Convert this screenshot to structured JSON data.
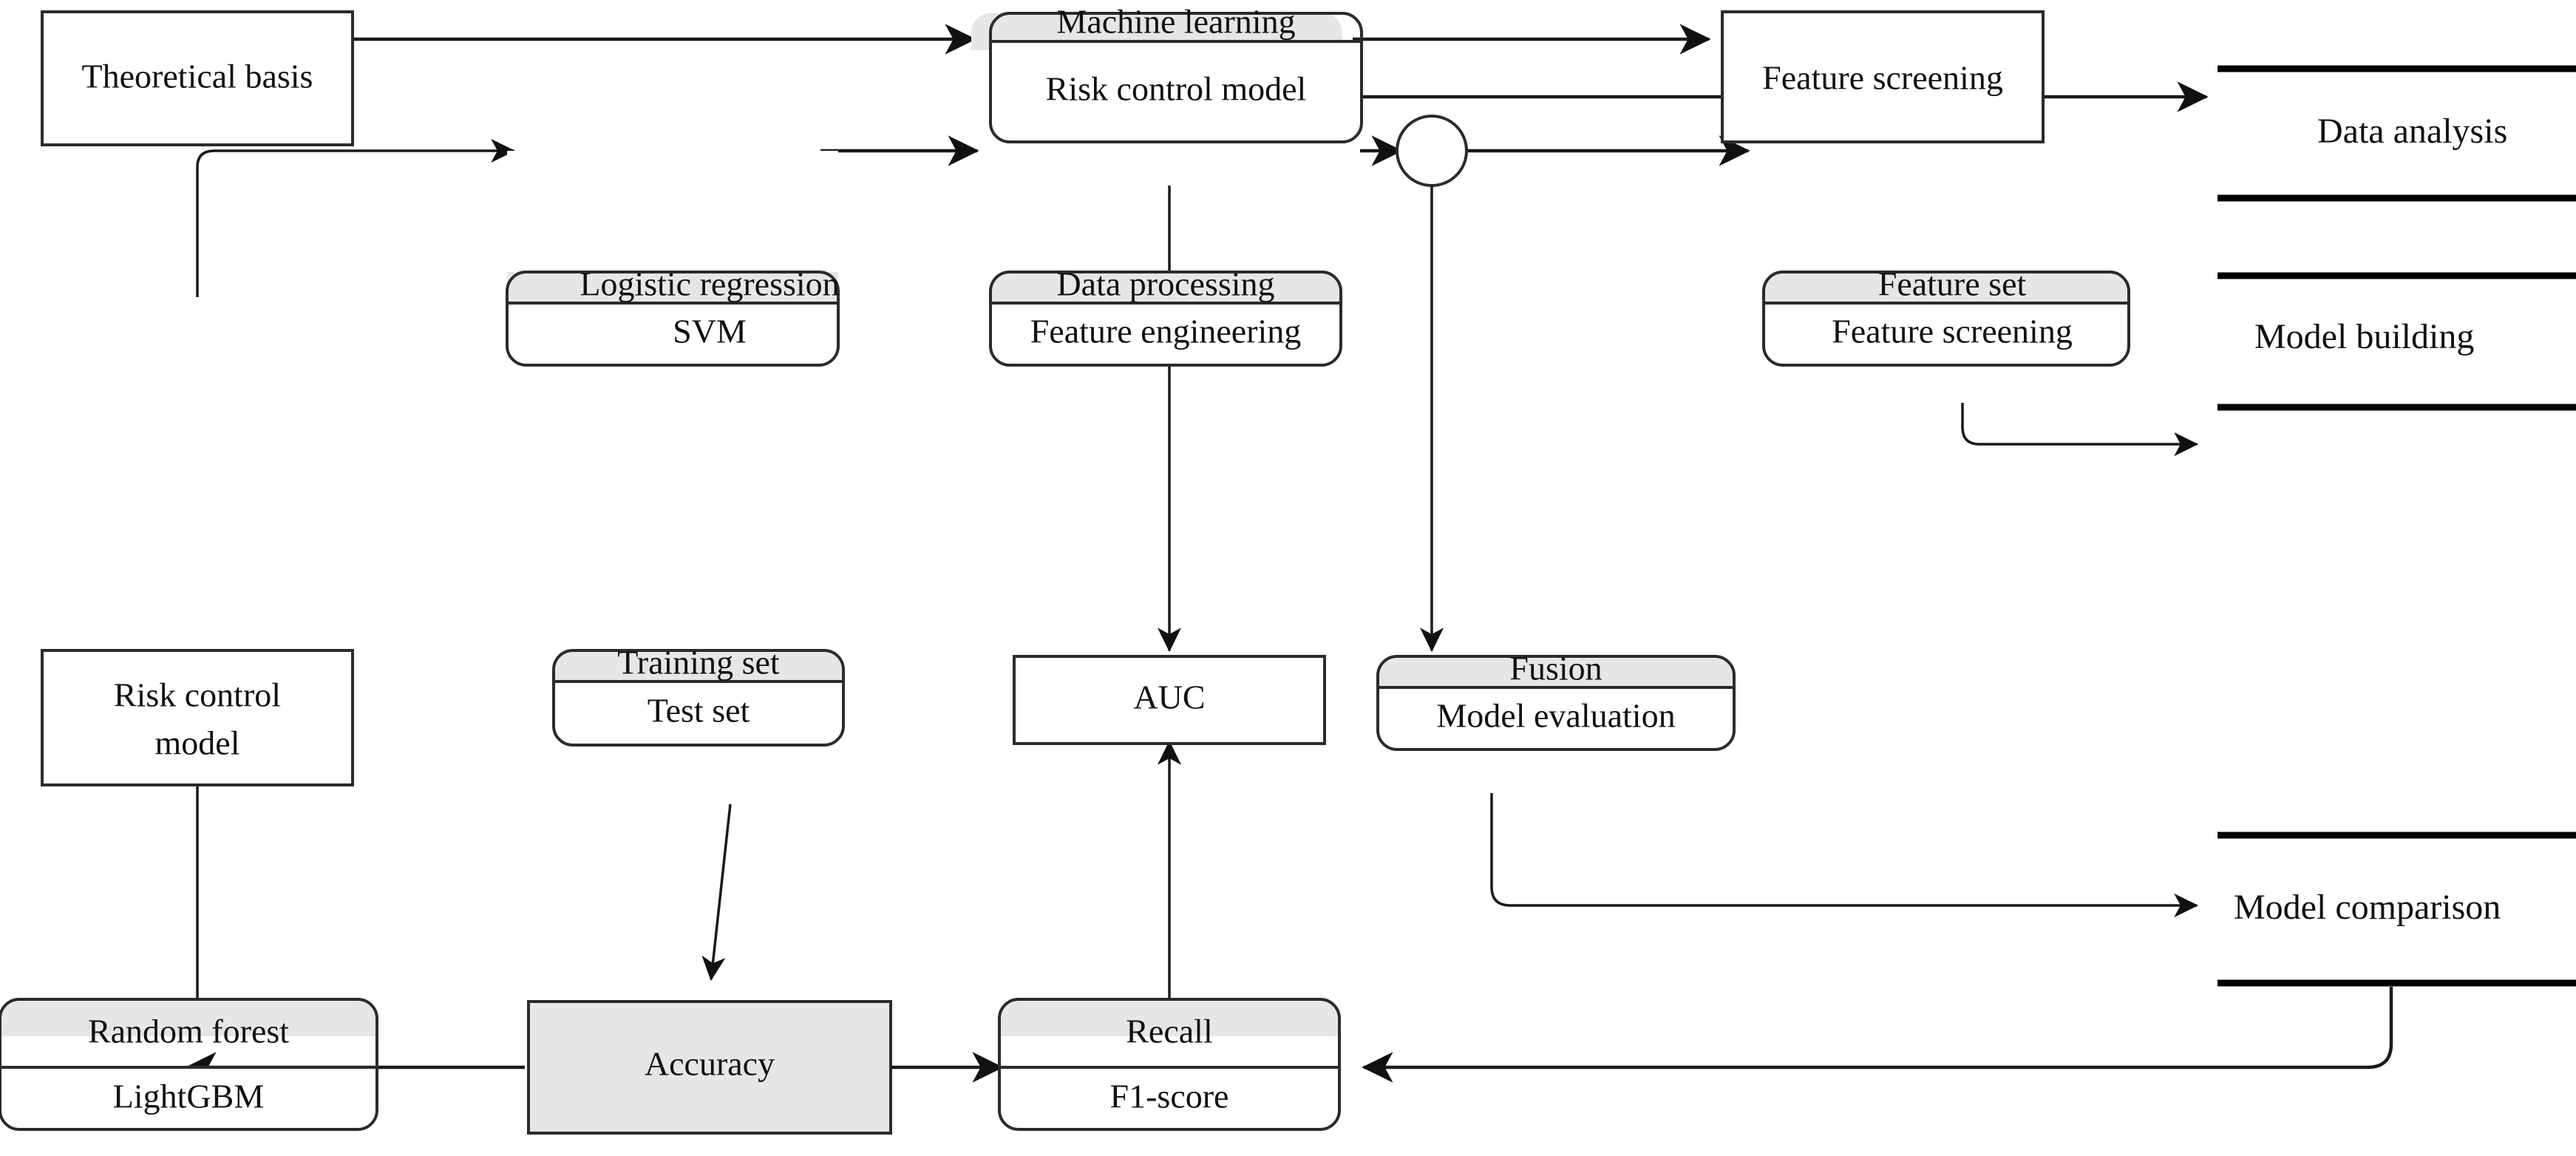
{
  "diagram": {
    "title": "Machine learning risk control model workflow",
    "colors": {
      "node_header_fill": "#e6e6e6",
      "node_body_fill": "#ffffff",
      "stroke": "#2b2b2b",
      "connector": "#1a1a1a",
      "lane_rule": "#000000",
      "background": "#ffffff"
    },
    "nodes": [
      {
        "id": "theoretical-basis",
        "shape": "rect",
        "fill": "white",
        "lines": [
          "Theoretical basis"
        ]
      },
      {
        "id": "machine-learning",
        "shape": "rounded-split",
        "fill": "gray-top",
        "header": "Machine learning",
        "body": "Risk control model"
      },
      {
        "id": "feature-screening",
        "shape": "rect",
        "fill": "white",
        "lines": [
          "Feature screening"
        ]
      },
      {
        "id": "logistic-regression",
        "shape": "rounded-split",
        "fill": "gray-top",
        "header": "Logistic regression",
        "body": "SVM"
      },
      {
        "id": "data-processing",
        "shape": "rounded-split",
        "fill": "gray-top",
        "header": "Data processing",
        "body": "Feature engineering"
      },
      {
        "id": "junction",
        "shape": "circle",
        "fill": "white",
        "lines": []
      },
      {
        "id": "feature-set",
        "shape": "rounded-split",
        "fill": "gray-top",
        "header": "Feature set",
        "body": "Feature screening"
      },
      {
        "id": "risk-control-model",
        "shape": "rect",
        "fill": "white",
        "lines": [
          "Risk control",
          "model"
        ]
      },
      {
        "id": "training-set",
        "shape": "rounded-split",
        "fill": "gray-top",
        "header": "Training set",
        "body": "Test set"
      },
      {
        "id": "auc",
        "shape": "rect",
        "fill": "white",
        "lines": [
          "AUC"
        ]
      },
      {
        "id": "fusion",
        "shape": "rounded-split",
        "fill": "gray-top",
        "header": "Fusion",
        "body": "Model evaluation"
      },
      {
        "id": "random-forest",
        "shape": "rounded-split",
        "fill": "gray-top",
        "header": "Random forest",
        "body": "LightGBM"
      },
      {
        "id": "accuracy",
        "shape": "rect",
        "fill": "gray",
        "lines": [
          "Accuracy"
        ]
      },
      {
        "id": "recall",
        "shape": "rounded-split",
        "fill": "gray-top",
        "header": "Recall",
        "body": "F1-score"
      }
    ],
    "labels": {
      "theoretical_basis": "Theoretical basis",
      "machine_learning_header": "Machine learning",
      "machine_learning_body": "Risk control model",
      "feature_screening_box": "Feature screening",
      "logistic_regression_header": "Logistic regression",
      "logistic_regression_body": "SVM",
      "data_processing_header": "Data processing",
      "data_processing_body": "Feature engineering",
      "feature_set_header": "Feature set",
      "feature_set_body": "Feature screening",
      "risk_control_model_line1": "Risk control",
      "risk_control_model_line2": "model",
      "training_set_header": "Training set",
      "training_set_body": "Test set",
      "auc": "AUC",
      "fusion_header": "Fusion",
      "fusion_body": "Model evaluation",
      "random_forest_header": "Random forest",
      "random_forest_body": "LightGBM",
      "accuracy": "Accuracy",
      "recall_header": "Recall",
      "recall_body": "F1-score"
    },
    "lanes": [
      {
        "id": "data-analysis",
        "label": "Data analysis"
      },
      {
        "id": "model-building",
        "label": "Model building"
      },
      {
        "id": "model-comparison",
        "label": "Model comparison"
      }
    ],
    "edges": [
      {
        "from": "theoretical-basis",
        "to": "machine-learning",
        "type": "straight-right"
      },
      {
        "from": "machine-learning",
        "to": "feature-screening",
        "type": "straight-right"
      },
      {
        "from": "machine-learning",
        "to": "data-analysis",
        "type": "elbow-down-right"
      },
      {
        "from": "machine-learning",
        "to": "data-processing",
        "type": "straight-down"
      },
      {
        "from": "risk-control-model",
        "to": "logistic-regression",
        "type": "elbow-up-right"
      },
      {
        "from": "logistic-regression",
        "to": "data-processing",
        "type": "straight-right"
      },
      {
        "from": "data-processing",
        "to": "junction",
        "type": "straight-right"
      },
      {
        "from": "junction",
        "to": "feature-set",
        "type": "straight-right"
      },
      {
        "from": "junction",
        "to": "fusion",
        "type": "straight-down"
      },
      {
        "from": "feature-set",
        "to": "model-building",
        "type": "elbow-down-right"
      },
      {
        "from": "data-processing",
        "to": "auc",
        "type": "straight-down"
      },
      {
        "from": "training-set",
        "to": "accuracy",
        "type": "diagonal-down"
      },
      {
        "from": "fusion",
        "to": "model-comparison",
        "type": "elbow-down-right"
      },
      {
        "from": "accuracy",
        "to": "random-forest",
        "type": "straight-left"
      },
      {
        "from": "accuracy",
        "to": "recall",
        "type": "straight-right"
      },
      {
        "from": "recall",
        "to": "auc",
        "type": "straight-up"
      },
      {
        "from": "random-forest",
        "to": "risk-control-model",
        "type": "straight-up"
      },
      {
        "from": "model-comparison",
        "to": "recall",
        "type": "elbow-down-left"
      }
    ]
  }
}
